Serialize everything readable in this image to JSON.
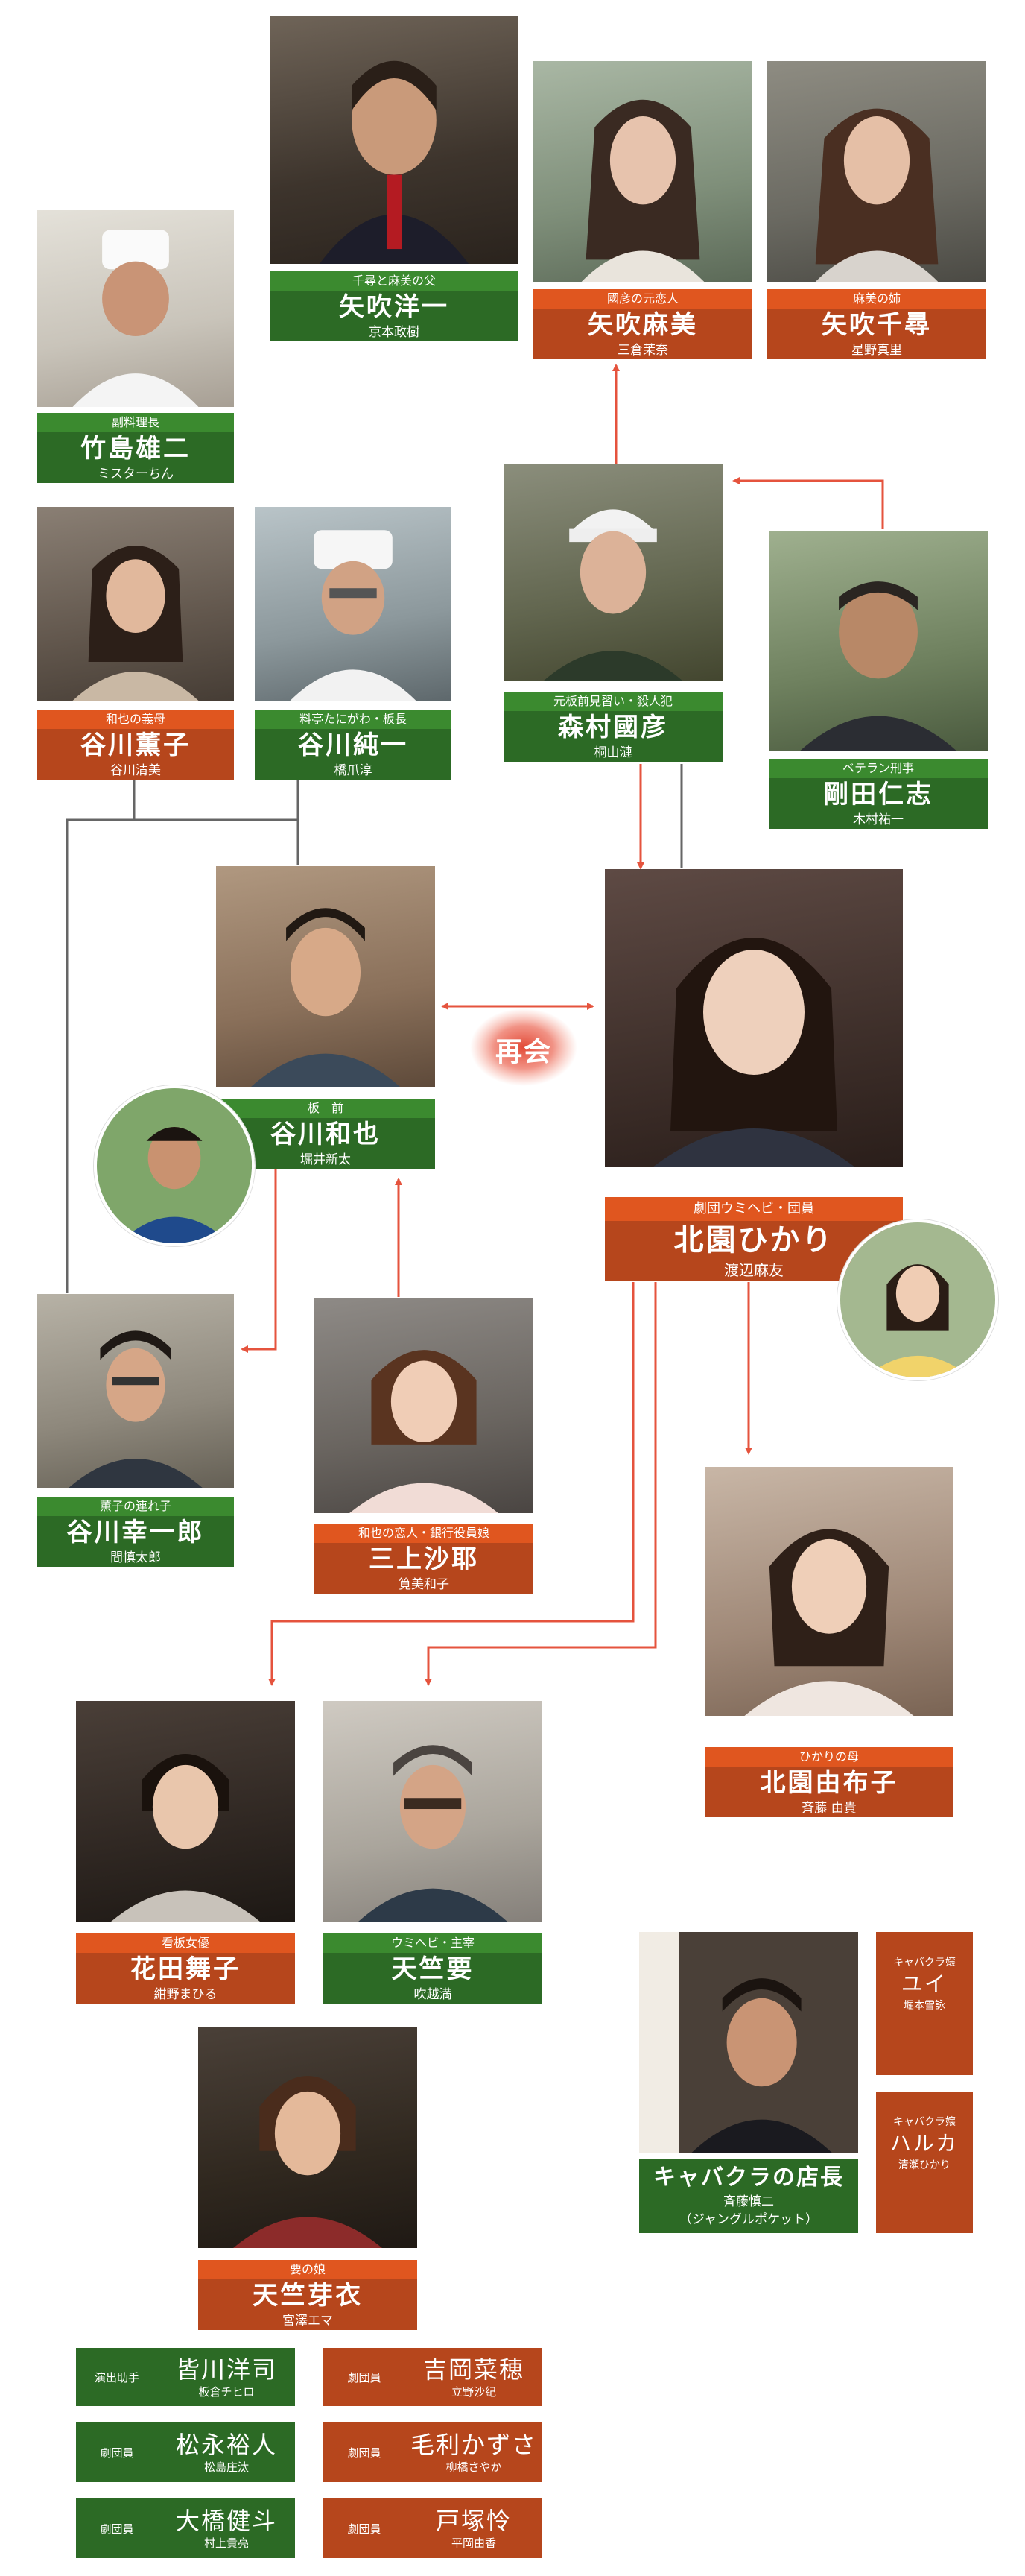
{
  "reunion_label": "再会",
  "characters": {
    "yabuki_yoichi": {
      "role": "千尋と麻美の父",
      "name": "矢吹洋一",
      "actor": "京本政樹"
    },
    "yabuki_asami": {
      "role": "國彦の元恋人",
      "name": "矢吹麻美",
      "actor": "三倉茉奈"
    },
    "yabuki_chihiro": {
      "role": "麻美の姉",
      "name": "矢吹千尋",
      "actor": "星野真里"
    },
    "takeshima_yuji": {
      "role": "副料理長",
      "name": "竹島雄二",
      "actor": "ミスターちん"
    },
    "tanigawa_kaoruko": {
      "role": "和也の義母",
      "name": "谷川薫子",
      "actor": "谷川清美"
    },
    "tanigawa_junichi": {
      "role": "料亭たにがわ・板長",
      "name": "谷川純一",
      "actor": "橋爪淳"
    },
    "morimura_kunihiko": {
      "role": "元板前見習い・殺人犯",
      "name": "森村國彦",
      "actor": "桐山漣"
    },
    "gouda_hitoshi": {
      "role": "ベテラン刑事",
      "name": "剛田仁志",
      "actor": "木村祐一"
    },
    "tanigawa_kazuya": {
      "role": "板　前",
      "name": "谷川和也",
      "actor": "堀井新太"
    },
    "kitazono_hikari": {
      "role": "劇団ウミヘビ・団員",
      "name": "北園ひかり",
      "actor": "渡辺麻友"
    },
    "tanigawa_koichiro": {
      "role": "薫子の連れ子",
      "name": "谷川幸一郎",
      "actor": "間慎太郎"
    },
    "mikami_saya": {
      "role": "和也の恋人・銀行役員娘",
      "name": "三上沙耶",
      "actor": "筧美和子"
    },
    "kitazono_yukiko": {
      "role": "ひかりの母",
      "name": "北園由布子",
      "actor": "斉藤 由貴"
    },
    "hanada_maiko": {
      "role": "看板女優",
      "name": "花田舞子",
      "actor": "紺野まひる"
    },
    "tenjiku_kaname": {
      "role": "ウミヘビ・主宰",
      "name": "天竺要",
      "actor": "吹越満"
    },
    "tenjiku_mei": {
      "role": "要の娘",
      "name": "天竺芽衣",
      "actor": "宮澤エマ"
    },
    "caba_owner": {
      "role": "",
      "name": "キャバクラの店長",
      "actor": "斉藤慎二",
      "actor_note": "（ジャングルポケット）"
    }
  },
  "hostesses": [
    {
      "role": "キャバクラ嬢",
      "name": "ユイ",
      "actor": "堀本雪詠"
    },
    {
      "role": "キャバクラ嬢",
      "name": "ハルカ",
      "actor": "清瀬ひかり"
    }
  ],
  "troupe_green": [
    {
      "role": "演出助手",
      "name": "皆川洋司",
      "actor": "板倉チヒロ"
    },
    {
      "role": "劇団員",
      "name": "松永裕人",
      "actor": "松島庄汰"
    },
    {
      "role": "劇団員",
      "name": "大橋健斗",
      "actor": "村上貴亮"
    }
  ],
  "troupe_red": [
    {
      "role": "劇団員",
      "name": "吉岡菜穂",
      "actor": "立野沙紀"
    },
    {
      "role": "劇団員",
      "name": "毛利かずさ",
      "actor": "柳橋さやか"
    },
    {
      "role": "劇団員",
      "name": "戸塚怜",
      "actor": "平岡由香"
    }
  ],
  "colors": {
    "green": "#2c6a25",
    "green_light": "#3b8a2f",
    "red": "#b6461c",
    "red_light": "#e0561f",
    "arrow": "#e5533d",
    "line": "#666666"
  }
}
